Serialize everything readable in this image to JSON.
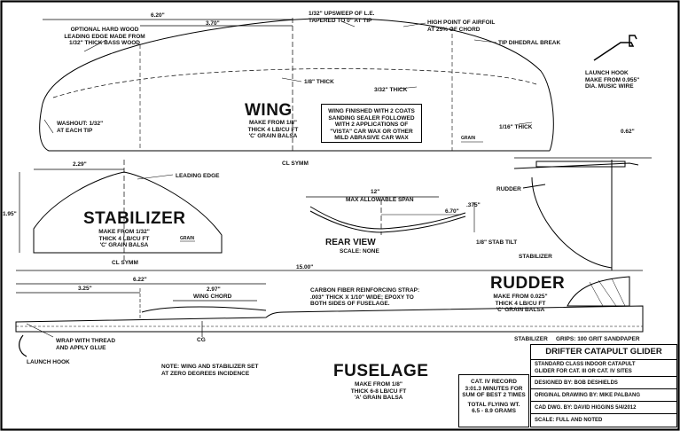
{
  "wing": {
    "title": "WING",
    "note_material": [
      "MAKE FROM 1/8\"",
      "THICK 4 LB/CU FT",
      "'C' GRAIN BALSA"
    ],
    "finish": [
      "WING FINISHED WITH 2 COATS",
      "SANDING SEALER FOLLOWED",
      "WITH 2 APPLICATIONS OF",
      "\"VISTA\" CAR WAX OR OTHER",
      "MILD ABRASIVE CAR WAX"
    ],
    "dim_620": "6.20\"",
    "dim_370": "3.70\"",
    "leading_edge": [
      "OPTIONAL HARD WOOD",
      "LEADING EDGE MADE FROM",
      "1/32\" THICK BASS WOOD"
    ],
    "upsweep": [
      "1/32\" UPSWEEP OF L.E.",
      "TAPERED TO 0\" AT TIP"
    ],
    "high_point": [
      "HIGH POINT OF AIRFOIL",
      "AT 25% OF CHORD"
    ],
    "dihedral": "TIP DIHEDRAL BREAK",
    "thick_18": "1/8\" THICK",
    "thick_332": "3/32\" THICK",
    "thick_116": "1/16\" THICK",
    "washout": [
      "WASHOUT: 1/32\"",
      "AT EACH TIP"
    ],
    "grain": "GRAIN",
    "cl_symm": "CL SYMM"
  },
  "hook": {
    "label": [
      "LAUNCH HOOK",
      "MAKE FROM 0.955\"",
      "DIA. MUSIC WIRE"
    ]
  },
  "stabilizer": {
    "title": "STABILIZER",
    "dim_width": "2.29\"",
    "dim_height": "1.95\"",
    "leading_edge": "LEADING EDGE",
    "material": [
      "MAKE FROM 1/32\"",
      "THICK 4 LB/CU FT",
      "'C' GRAIN BALSA"
    ],
    "grain": "GRAIN",
    "cl_symm": "CL SYMM"
  },
  "rear_view": {
    "title": "REAR VIEW",
    "scale": "SCALE: NONE",
    "dim_span": "12\"",
    "span_label": "MAX ALLOWABLE SPAN",
    "dim_670": "6.70\"",
    "dim_375": ".375\"",
    "stab_tilt": "1/8\" STAB TILT",
    "rudder": "RUDDER",
    "stabilizer": "STABILIZER",
    "dim_062": "0.62\""
  },
  "fuselage": {
    "title": "FUSELAGE",
    "material": [
      "MAKE FROM 1/8\"",
      "THICK 6-8 LB/CU FT",
      "'A' GRAIN BALSA"
    ],
    "dim_1500": "15.00\"",
    "dim_622": "6.22\"",
    "dim_325": "3.25\"",
    "dim_297": "2.97\"",
    "wing_chord": "WING CHORD",
    "carbon": [
      "CARBON FIBER REINFORCING STRAP:",
      ".003\" THICK X 1/10\" WIDE; EPOXY TO",
      "BOTH SIDES OF FUSELAGE."
    ],
    "wrap": [
      "WRAP WITH THREAD",
      "AND APPLY GLUE"
    ],
    "launch_hook": "LAUNCH HOOK",
    "cg": "CG",
    "stabilizer": "STABILIZER",
    "grips": "GRIPS: 100 GRIT SANDPAPER",
    "note": [
      "NOTE: WING AND STABILIZER SET",
      "AT ZERO DEGREES INCIDENCE"
    ]
  },
  "rudder": {
    "title": "RUDDER",
    "material": [
      "MAKE FROM 0.025\"",
      "THICK 4 LB/CU FT",
      "'C' GRAIN BALSA"
    ]
  },
  "title_block": {
    "title": "DRIFTER CATAPULT GLIDER",
    "standard": [
      "STANDARD CLASS INDOOR CATAPULT",
      "GLIDER FOR CAT. III OR CAT. IV SITES"
    ],
    "designed": "DESIGNED BY: BOB DESHIELDS",
    "original": "ORIGINAL DRAWING BY: MIKE PALBANG",
    "cad": "CAD DWG. BY: DAVID HIGGINS 5/4/2012",
    "scale": "SCALE: FULL AND NOTED"
  },
  "cat_record": {
    "lines": [
      "CAT. IV RECORD",
      "3:01.3 MINUTES FOR",
      "SUM OF BEST 2 TIMES",
      "TOTAL FLYING WT.",
      "6.5 - 8.9 GRAMS"
    ]
  }
}
